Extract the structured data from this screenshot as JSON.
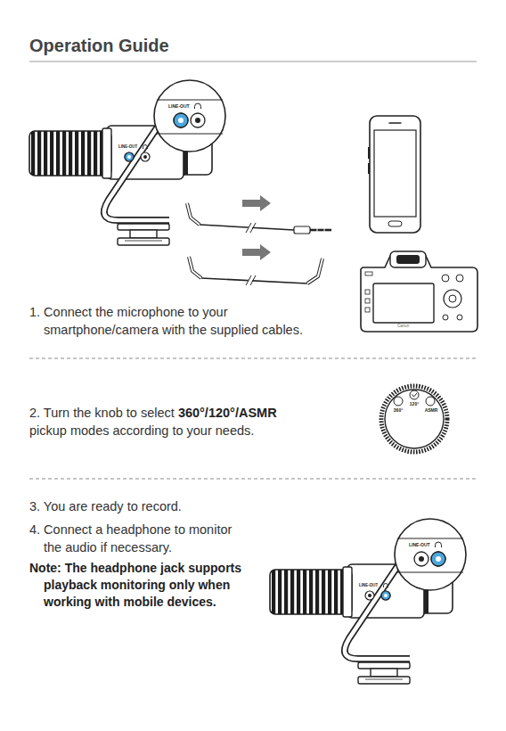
{
  "diagram": {
    "title": "Operation Guide",
    "labels": [
      "LINE-OUT",
      "LINE-OUT",
      "Canon",
      "1. Connect the microphone to your smartphone/camera with the supplied cables.",
      "2. Turn the knob to select",
      "360°/120°/ASMR",
      "pickup modes according to your needs.",
      "360°",
      "120°",
      "ASMR",
      "3. You are ready to record.",
      "4. Connect a headphone to monitor the audio if necessary.",
      "Note: The headphone jack supports playback monitoring only when working with mobile devices.",
      "LINE-OUT",
      "LINE-OUT"
    ]
  }
}
